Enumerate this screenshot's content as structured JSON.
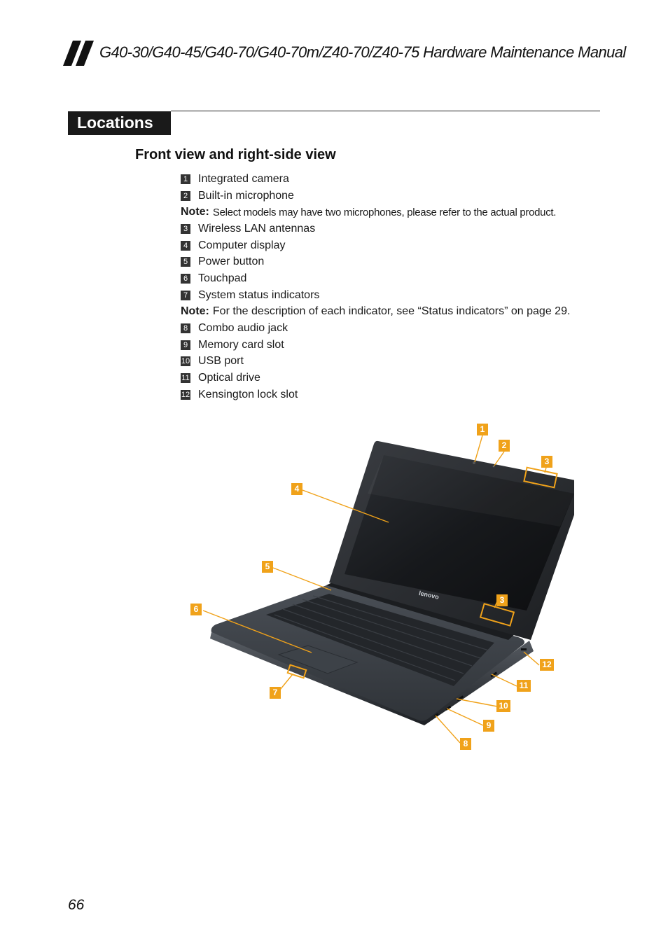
{
  "header": {
    "title": "G40-30/G40-45/G40-70/G40-70m/Z40-70/Z40-75 Hardware Maintenance Manual"
  },
  "section": {
    "title": "Locations"
  },
  "subsection": {
    "title": "Front view and right-side view"
  },
  "items": [
    {
      "num": "1",
      "label": "Integrated camera"
    },
    {
      "num": "2",
      "label": "Built-in microphone"
    },
    {
      "note": true,
      "label": "Note:",
      "text": "Select models may have two microphones, please refer to the actual product."
    },
    {
      "num": "3",
      "label": "Wireless LAN antennas"
    },
    {
      "num": "4",
      "label": "Computer display"
    },
    {
      "num": "5",
      "label": "Power button"
    },
    {
      "num": "6",
      "label": "Touchpad"
    },
    {
      "num": "7",
      "label": "System status indicators"
    },
    {
      "note": true,
      "label": "Note:",
      "text": "For the description of each indicator, see “Status indicators” on page 29."
    },
    {
      "num": "8",
      "label": "Combo audio jack"
    },
    {
      "num": "9",
      "label": "Memory card slot"
    },
    {
      "num": "10",
      "label": "USB port"
    },
    {
      "num": "11",
      "label": "Optical drive"
    },
    {
      "num": "12",
      "label": "Kensington lock slot"
    }
  ],
  "figure": {
    "logo_text": "lenovo",
    "callouts": [
      "1",
      "2",
      "3",
      "4",
      "5",
      "3",
      "6",
      "12",
      "11",
      "7",
      "10",
      "9",
      "8"
    ]
  },
  "page_number": "66",
  "colors": {
    "callout": "#f0a21a",
    "tab_bg": "#1a1a1a"
  }
}
